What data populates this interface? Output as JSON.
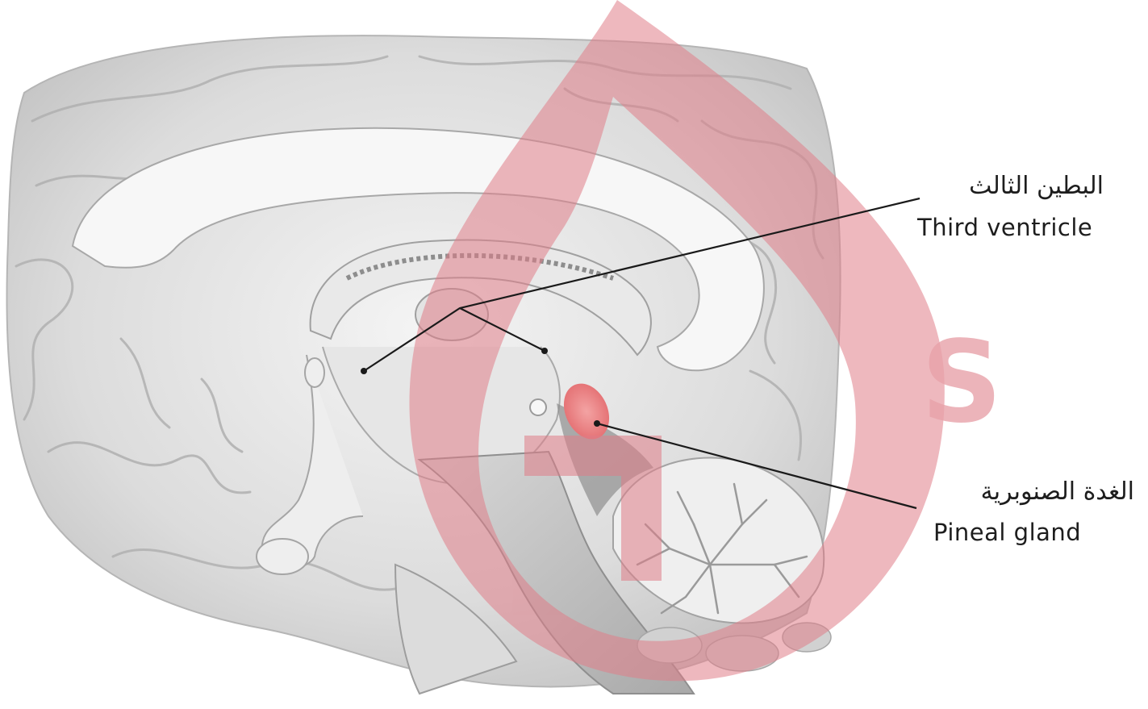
{
  "labels": {
    "third_ventricle_ar": "البطين الثالث",
    "third_ventricle_en": "Third ventricle",
    "pineal_gland_ar": "الغدة الصنوبرية",
    "pineal_gland_en": "Pineal gland"
  },
  "logo": {
    "letter": "S"
  },
  "colors": {
    "background": "#ffffff",
    "brain_light": "#ededed",
    "brain_mid": "#d4d4d4",
    "brain_dark": "#9a9a9a",
    "watermark": "#e79aa2",
    "pineal_highlight": "#ef8a8a",
    "leader_line": "#1a1a1a",
    "text": "#1d1d1d"
  }
}
